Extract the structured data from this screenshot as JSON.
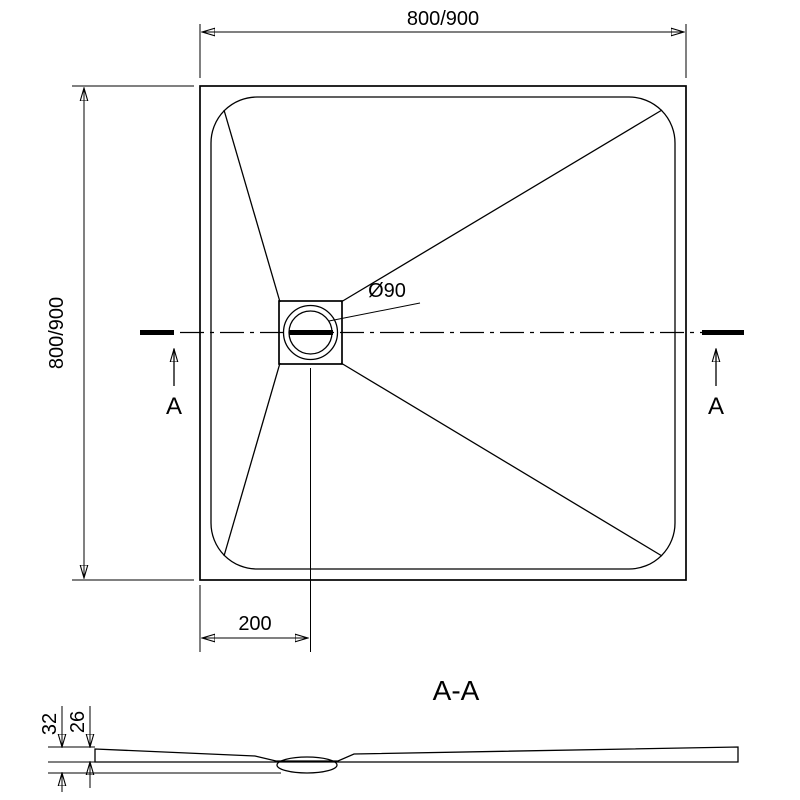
{
  "drawing": {
    "type": "technical-dimension-drawing",
    "subject": "square shower tray with offset drain, top view and cross-section",
    "top_view": {
      "width_dim": "800/900",
      "height_dim": "800/900",
      "drain_diameter_label": "Ø90",
      "drain_offset_label": "200",
      "section_marker_left": "A",
      "section_marker_right": "A"
    },
    "section_view": {
      "label": "A-A",
      "total_height_label": "32",
      "tray_thickness_label": "26"
    },
    "colors": {
      "line": "#000000",
      "background": "#ffffff"
    }
  }
}
